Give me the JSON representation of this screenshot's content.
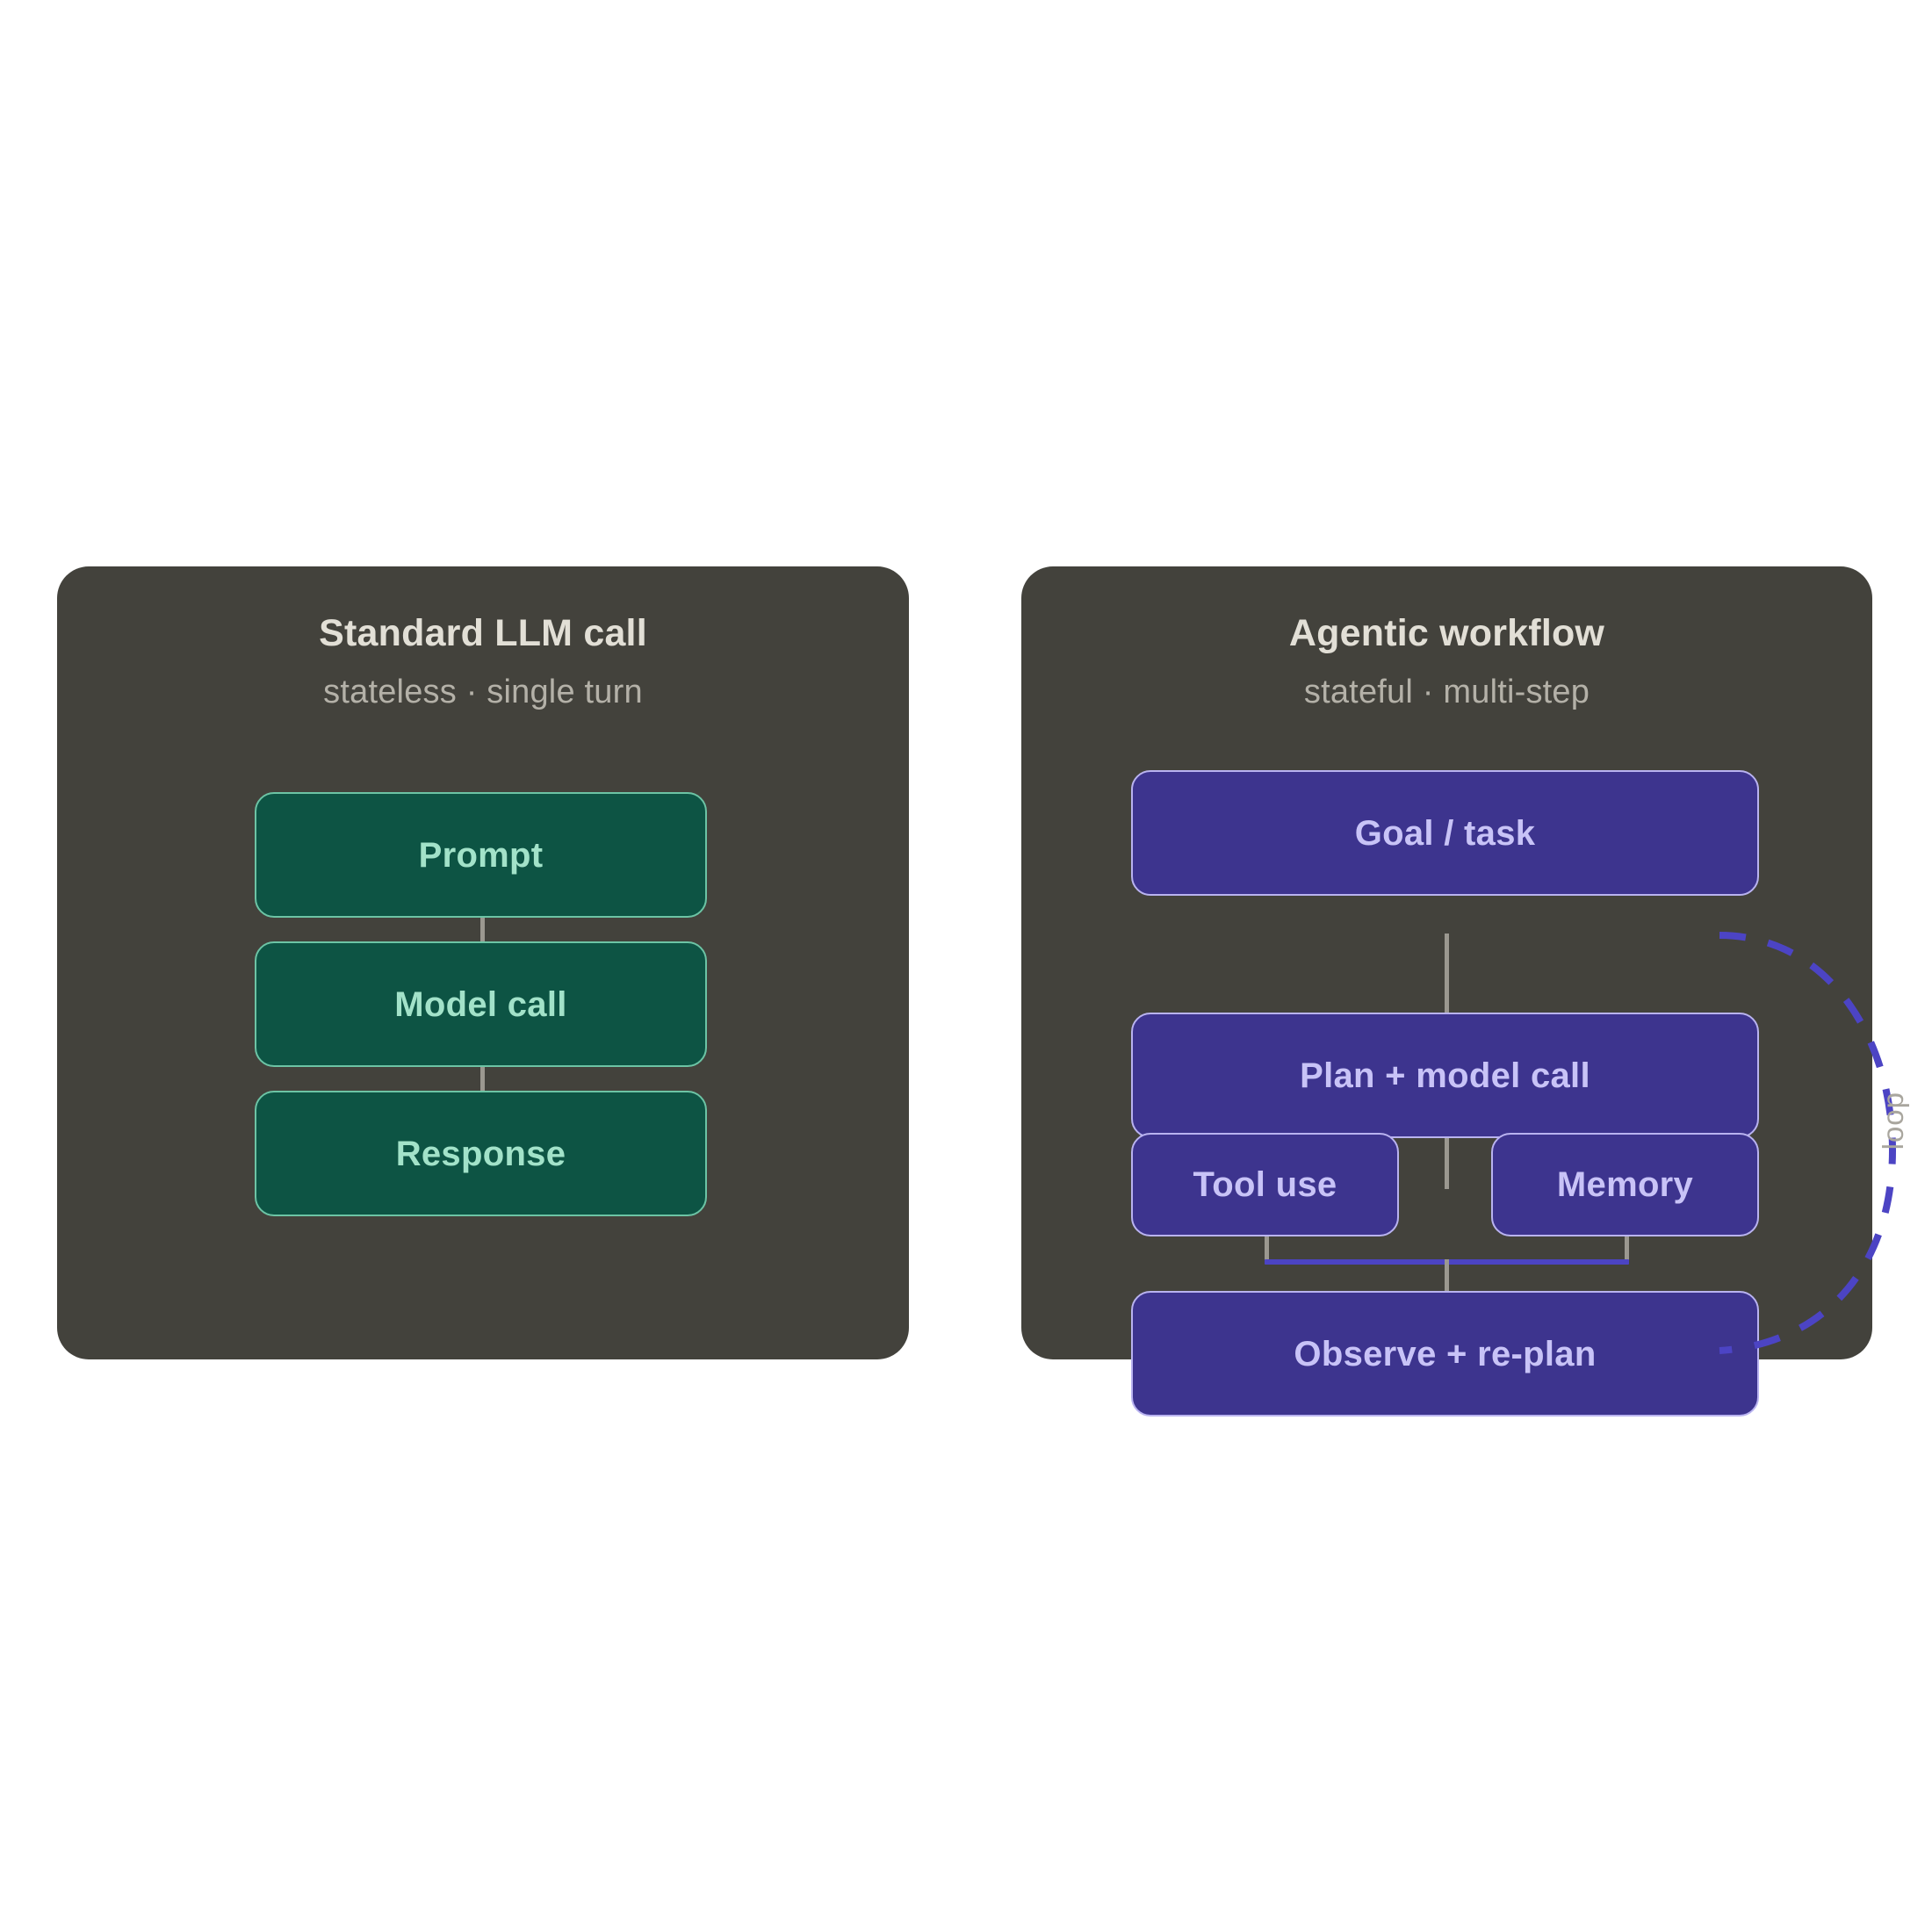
{
  "diagram": {
    "background_color": "#ffffff",
    "panel_color": "#43423c",
    "panels": [
      {
        "key": "standard",
        "title": "Standard LLM call",
        "subtitle": "stateless · single turn",
        "accent_fill": "#0d5444",
        "accent_border": "#6cc4a5",
        "accent_text": "#a2e2c9",
        "nodes": [
          {
            "label": "Prompt"
          },
          {
            "label": "Model call"
          },
          {
            "label": "Response"
          }
        ]
      },
      {
        "key": "agentic",
        "title": "Agentic workflow",
        "subtitle": "stateful · multi-step",
        "accent_fill": "#3d348e",
        "accent_border": "#b9b3f0",
        "accent_text": "#c8c3f7",
        "loop_label": "loop",
        "loop_color": "#4c44c4",
        "nodes": [
          {
            "label": "Goal / task"
          },
          {
            "label": "Plan + model call"
          },
          {
            "label": "Tool use"
          },
          {
            "label": "Memory"
          },
          {
            "label": "Observe + re-plan"
          }
        ]
      }
    ],
    "connector_color": "#9b9890",
    "title_color": "#e2dfd6",
    "subtitle_color": "#b4b1a8"
  }
}
